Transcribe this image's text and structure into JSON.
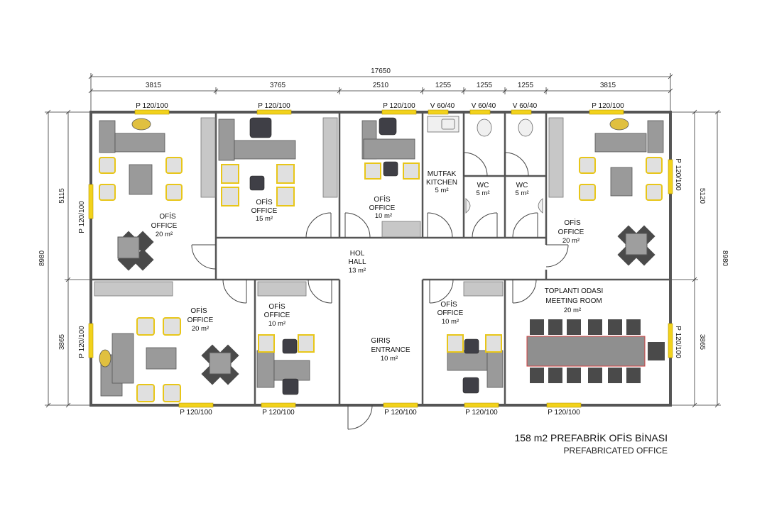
{
  "title": {
    "main": "158 m2 PREFABRİK OFİS BİNASI",
    "sub": "PREFABRICATED OFFICE"
  },
  "dimensions": {
    "total_width": "17650",
    "top_segments": [
      "3815",
      "3765",
      "2510",
      "1255",
      "1255",
      "1255",
      "3815"
    ],
    "total_height": "8980",
    "left_upper": "5115",
    "left_lower": "3865",
    "right_upper": "5120",
    "right_lower": "3865"
  },
  "windows": {
    "p": "P 120/100",
    "v": "V 60/40"
  },
  "rooms": [
    {
      "id": "office-top-left",
      "name_tr": "OFİS",
      "name_en": "OFFICE",
      "area": "20 m²"
    },
    {
      "id": "office-15",
      "name_tr": "OFİS",
      "name_en": "OFFICE",
      "area": "15 m²"
    },
    {
      "id": "office-10-top",
      "name_tr": "OFİS",
      "name_en": "OFFICE",
      "area": "10 m²"
    },
    {
      "id": "kitchen",
      "name_tr": "MUTFAK",
      "name_en": "KITCHEN",
      "area": "5 m²"
    },
    {
      "id": "wc-1",
      "name_tr": "WC",
      "area": "5 m²"
    },
    {
      "id": "wc-2",
      "name_tr": "WC",
      "area": "5 m²"
    },
    {
      "id": "office-top-right",
      "name_tr": "OFİS",
      "name_en": "OFFICE",
      "area": "20 m²"
    },
    {
      "id": "hall",
      "name_tr": "HOL",
      "name_en": "HALL",
      "area": "13 m²"
    },
    {
      "id": "office-bottom-left",
      "name_tr": "OFİS",
      "name_en": "OFFICE",
      "area": "20 m²"
    },
    {
      "id": "office-10-bl",
      "name_tr": "OFİS",
      "name_en": "OFFICE",
      "area": "10 m²"
    },
    {
      "id": "entrance",
      "name_tr": "GIRIŞ",
      "name_en": "ENTRANCE",
      "area": "10 m²"
    },
    {
      "id": "office-10-br",
      "name_tr": "OFİS",
      "name_en": "OFFICE",
      "area": "10 m²"
    },
    {
      "id": "meeting",
      "name_tr": "TOPLANTI ODASI",
      "name_en": "MEETING ROOM",
      "area": "20 m²"
    }
  ],
  "colors": {
    "wall": "#555555",
    "furniture": "#8c8c8c",
    "furniture_light": "#d9d9d9",
    "chair_accent": "#e8c619",
    "window": "#f2d21c",
    "table_red": "#d03c3c"
  }
}
